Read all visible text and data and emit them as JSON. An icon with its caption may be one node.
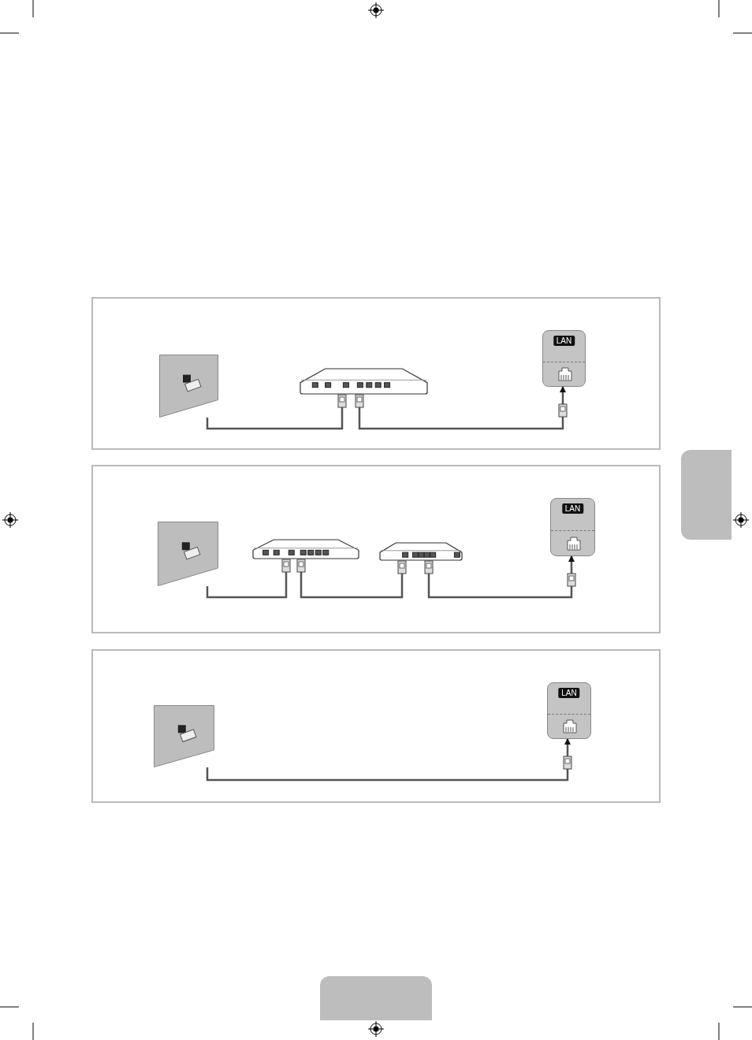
{
  "diagram": {
    "nodes": [
      {
        "text": [],
        "shape": "box"
      },
      {
        "text": [],
        "shape": "wall",
        "in": 0
      },
      {
        "text": [],
        "shape": "modem",
        "in": 0
      },
      {
        "text": [
          "LAN"
        ],
        "in": 0
      },
      {
        "text": [],
        "shape": "box"
      },
      {
        "text": [],
        "shape": "wall",
        "in": 4
      },
      {
        "text": [],
        "shape": "modem",
        "in": 4
      },
      {
        "text": [],
        "shape": "router",
        "in": 4
      },
      {
        "text": [
          "LAN"
        ],
        "in": 4
      },
      {
        "text": [],
        "shape": "box"
      },
      {
        "text": [],
        "shape": "wall",
        "in": 9
      },
      {
        "text": [
          "LAN"
        ],
        "in": 9
      },
      {
        "text": [],
        "shape": "tab"
      },
      {
        "text": [],
        "shape": "tab"
      }
    ],
    "edges": [
      {
        "from": 1,
        "to": 2,
        "arrow": "none"
      },
      {
        "from": 2,
        "to": 3,
        "arrow": "to"
      },
      {
        "from": 5,
        "to": 6,
        "arrow": "none"
      },
      {
        "from": 6,
        "to": 7,
        "arrow": "none"
      },
      {
        "from": 7,
        "to": 8,
        "arrow": "to"
      },
      {
        "from": 10,
        "to": 11,
        "arrow": "to"
      }
    ]
  }
}
